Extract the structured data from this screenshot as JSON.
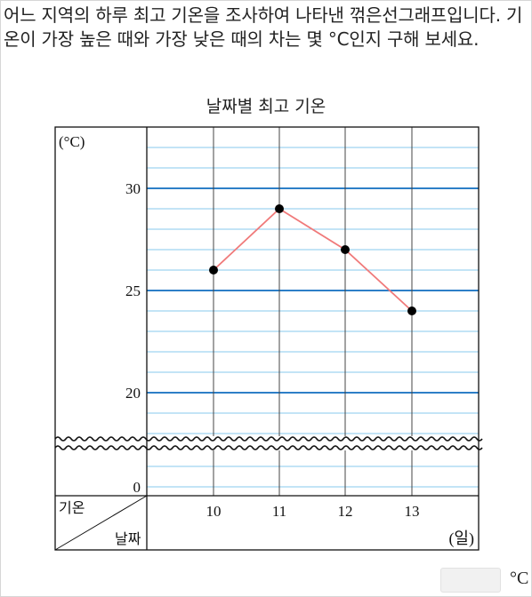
{
  "question": "어느 지역의 하루 최고 기온을 조사하여 나타낸 꺾은선그래프입니다. 기온이 가장 높은 때와 가장 낮은 때의 차는 몇 °C인지 구해 보세요.",
  "answer": {
    "value": "",
    "unit": "°C"
  },
  "colors": {
    "grid_minor": "#87c8ec",
    "grid_major": "#2d7fc7",
    "line": "#f07a7a",
    "point": "#000000"
  },
  "chart_data": {
    "type": "line",
    "title": "날짜별 최고 기온",
    "y_unit_label": "(°C)",
    "x_unit_label": "(일)",
    "table_header": {
      "row_label": "기온",
      "col_label": "날짜"
    },
    "categories": [
      "10",
      "11",
      "12",
      "13"
    ],
    "values": [
      26,
      29,
      27,
      24
    ],
    "y_ticks": [
      "30",
      "25",
      "20",
      "0"
    ],
    "ylim": [
      17,
      33
    ],
    "y_axis_break": true,
    "grid": true,
    "minor_step": 1,
    "major_step": 5
  }
}
